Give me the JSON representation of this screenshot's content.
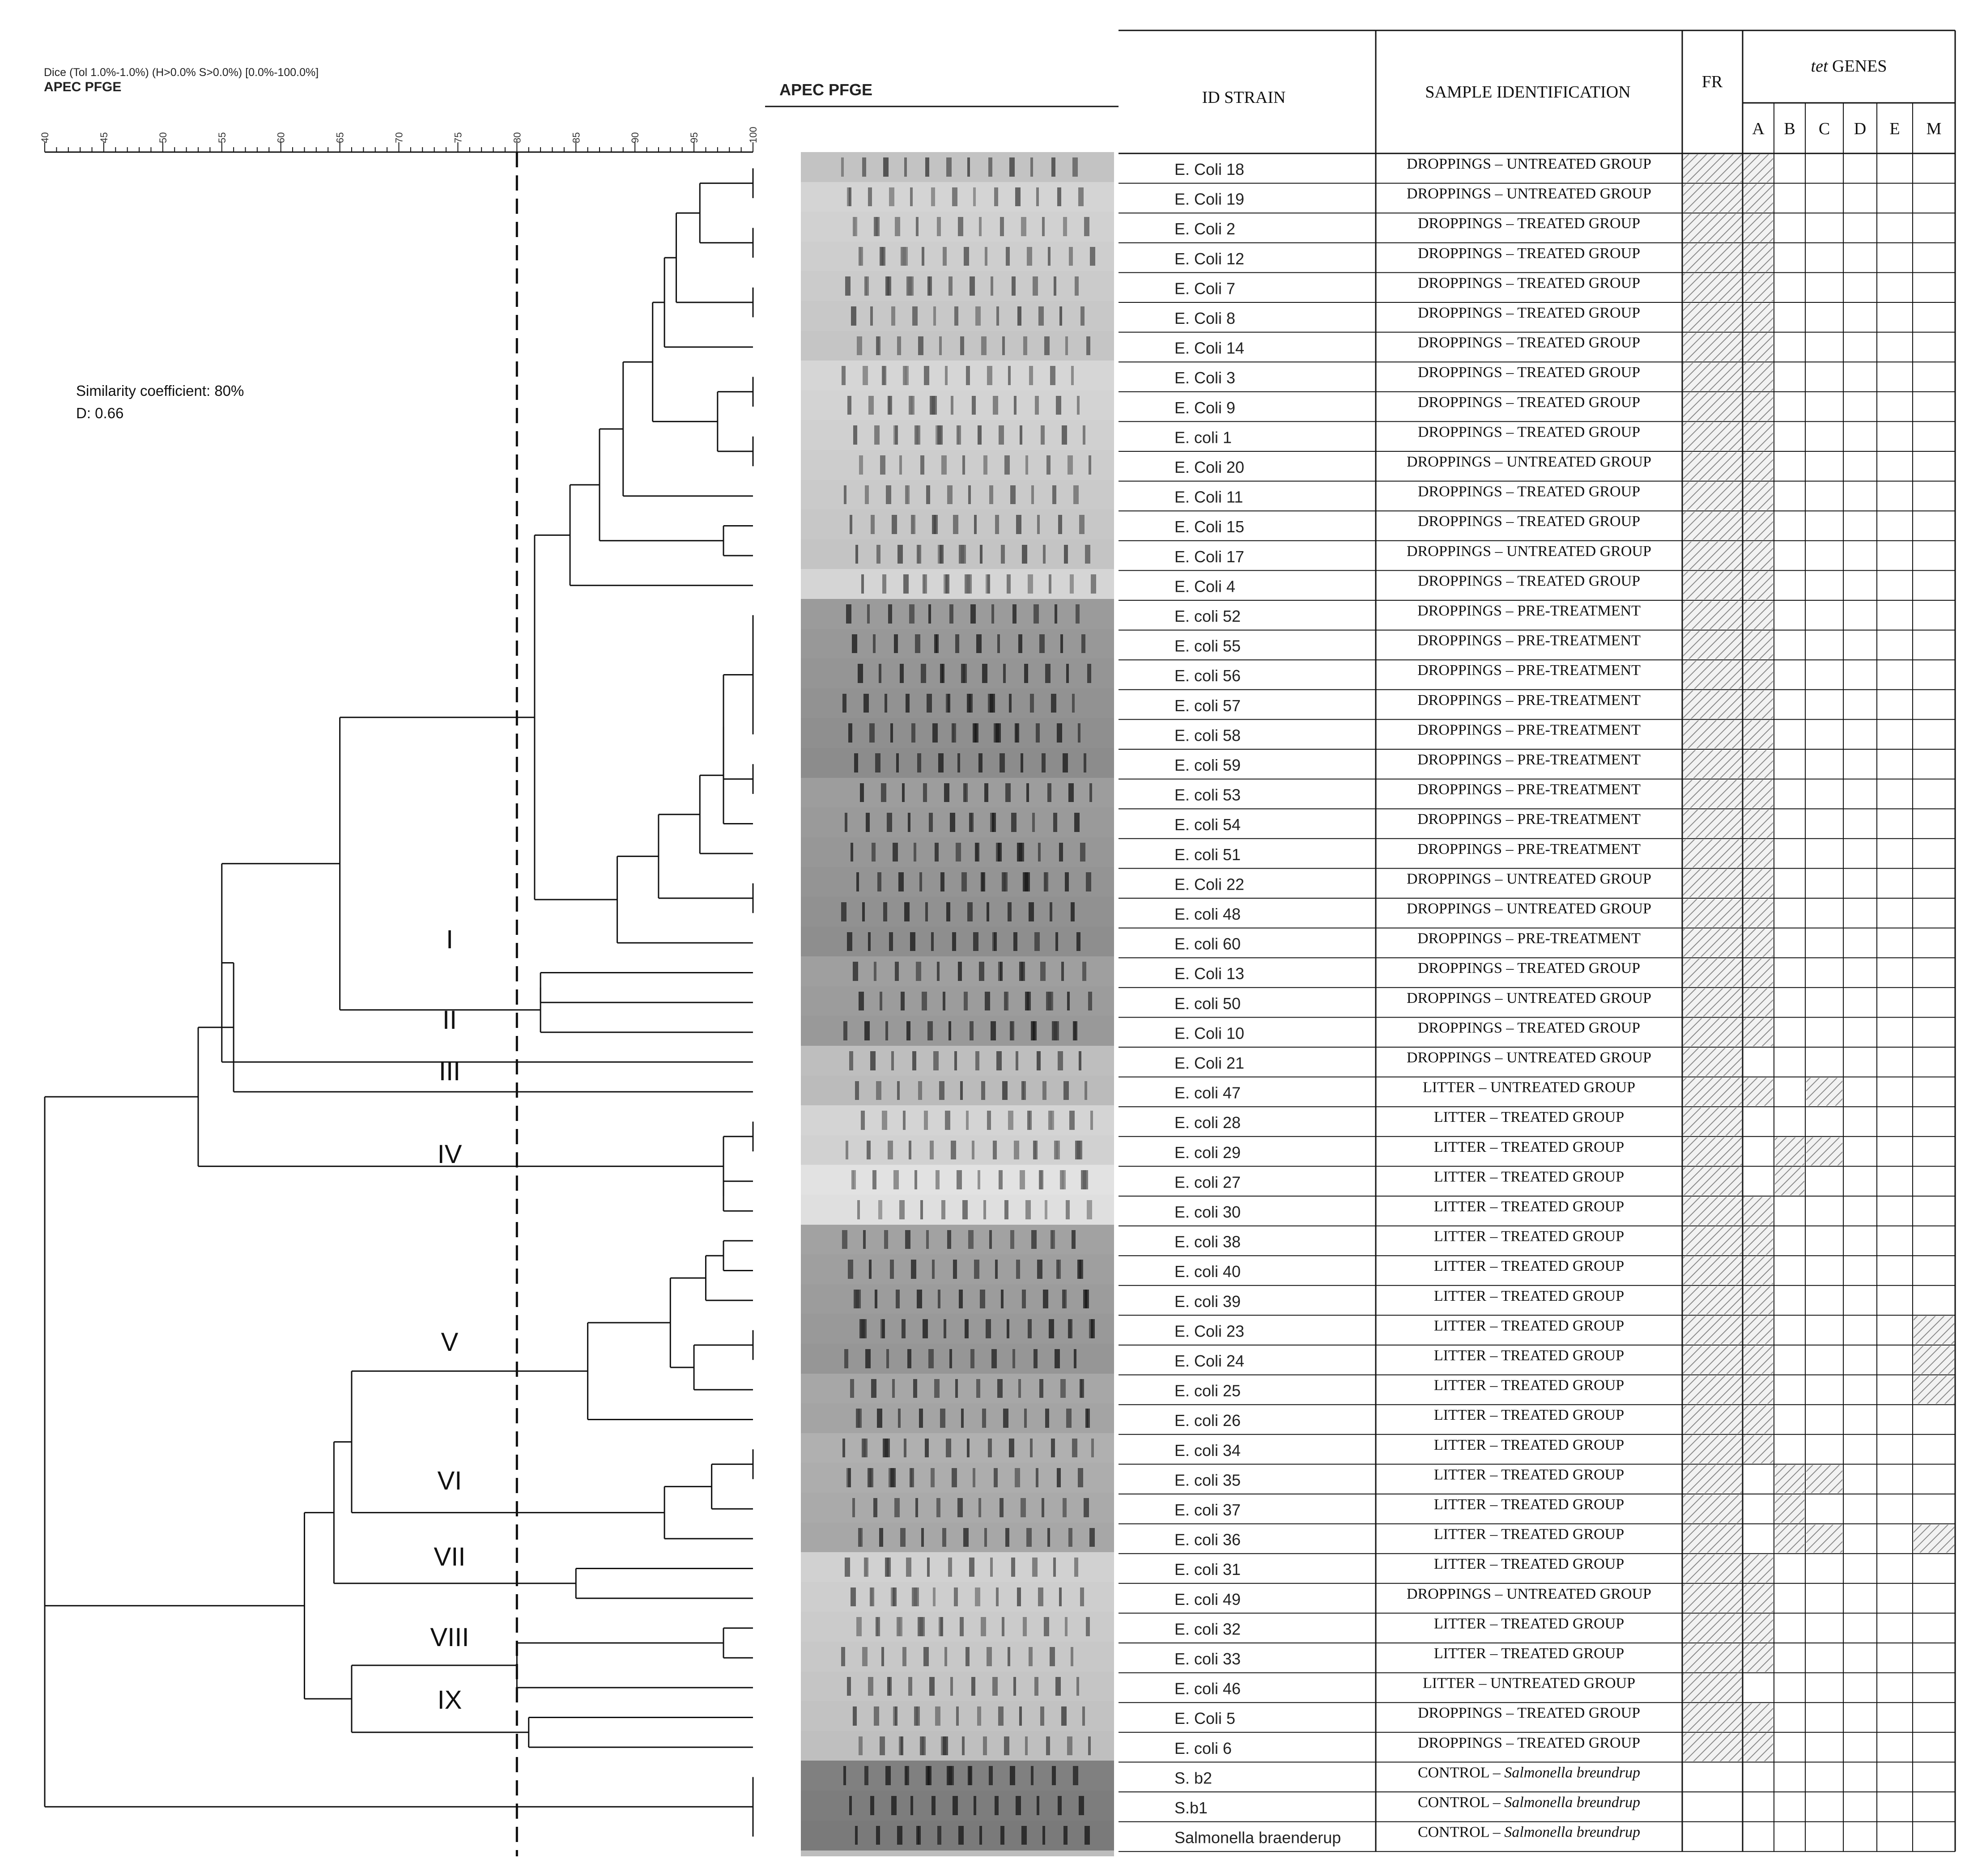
{
  "header": {
    "method_line": "Dice (Tol 1.0%-1.0%) (H>0.0% S>0.0%) [0.0%-100.0%]",
    "dendro_title": "APEC PFGE",
    "gel_title": "APEC PFGE",
    "col_id": "ID STRAIN",
    "col_sample": "SAMPLE IDENTIFICATION",
    "col_fr": "FR",
    "col_tet_italic": "tet",
    "col_tet_rest": " GENES",
    "genes": [
      "A",
      "B",
      "C",
      "D",
      "E",
      "M"
    ]
  },
  "scale": {
    "ticks": [
      "40",
      "45",
      "50",
      "55",
      "60",
      "65",
      "70",
      "75",
      "80",
      "85",
      "90",
      "95",
      "100"
    ],
    "cutoff": 80
  },
  "annotation": {
    "similarity": "Similarity coefficient: 80%",
    "diversity": "D: 0.66"
  },
  "clusters": [
    "I",
    "II",
    "III",
    "IV",
    "V",
    "VI",
    "VII",
    "VIII",
    "IX"
  ],
  "colors": {
    "line": "#111111",
    "hatch": "#8a8a8a",
    "gel": "#bdbdbd"
  },
  "rows": [
    {
      "id": "E. Coli 18",
      "prefix": "DROPPINGS – UNTREATED GROUP",
      "italic": "",
      "marks": [
        "FR",
        "A"
      ]
    },
    {
      "id": "E. Coli 19",
      "prefix": "DROPPINGS – UNTREATED GROUP",
      "italic": "",
      "marks": [
        "FR",
        "A"
      ]
    },
    {
      "id": "E. Coli 2",
      "prefix": "DROPPINGS – TREATED GROUP",
      "italic": "",
      "marks": [
        "FR",
        "A"
      ]
    },
    {
      "id": "E. Coli 12",
      "prefix": "DROPPINGS – TREATED GROUP",
      "italic": "",
      "marks": [
        "FR",
        "A"
      ]
    },
    {
      "id": "E. Coli 7",
      "prefix": "DROPPINGS – TREATED GROUP",
      "italic": "",
      "marks": [
        "FR",
        "A"
      ]
    },
    {
      "id": "E. Coli 8",
      "prefix": "DROPPINGS – TREATED GROUP",
      "italic": "",
      "marks": [
        "FR",
        "A"
      ]
    },
    {
      "id": "E. Coli 14",
      "prefix": "DROPPINGS – TREATED GROUP",
      "italic": "",
      "marks": [
        "FR",
        "A"
      ]
    },
    {
      "id": "E. Coli 3",
      "prefix": "DROPPINGS – TREATED GROUP",
      "italic": "",
      "marks": [
        "FR",
        "A"
      ]
    },
    {
      "id": "E. Coli 9",
      "prefix": "DROPPINGS – TREATED GROUP",
      "italic": "",
      "marks": [
        "FR",
        "A"
      ]
    },
    {
      "id": "E. coli 1",
      "prefix": "DROPPINGS – TREATED GROUP",
      "italic": "",
      "marks": [
        "FR",
        "A"
      ]
    },
    {
      "id": "E. Coli 20",
      "prefix": "DROPPINGS – UNTREATED GROUP",
      "italic": "",
      "marks": [
        "FR",
        "A"
      ]
    },
    {
      "id": "E. Coli 11",
      "prefix": "DROPPINGS – TREATED GROUP",
      "italic": "",
      "marks": [
        "FR",
        "A"
      ]
    },
    {
      "id": "E. Coli 15",
      "prefix": "DROPPINGS – TREATED GROUP",
      "italic": "",
      "marks": [
        "FR",
        "A"
      ]
    },
    {
      "id": "E. Coli 17",
      "prefix": "DROPPINGS – UNTREATED GROUP",
      "italic": "",
      "marks": [
        "FR",
        "A"
      ]
    },
    {
      "id": "E. Coli 4",
      "prefix": "DROPPINGS – TREATED GROUP",
      "italic": "",
      "marks": [
        "FR",
        "A"
      ]
    },
    {
      "id": "E. coli 52",
      "prefix": "DROPPINGS – PRE-TREATMENT",
      "italic": "",
      "marks": [
        "FR",
        "A"
      ]
    },
    {
      "id": "E. coli 55",
      "prefix": "DROPPINGS – PRE-TREATMENT",
      "italic": "",
      "marks": [
        "FR",
        "A"
      ]
    },
    {
      "id": "E. coli 56",
      "prefix": "DROPPINGS – PRE-TREATMENT",
      "italic": "",
      "marks": [
        "FR",
        "A"
      ]
    },
    {
      "id": "E. coli 57",
      "prefix": "DROPPINGS – PRE-TREATMENT",
      "italic": "",
      "marks": [
        "FR",
        "A"
      ]
    },
    {
      "id": "E. coli 58",
      "prefix": "DROPPINGS – PRE-TREATMENT",
      "italic": "",
      "marks": [
        "FR",
        "A"
      ]
    },
    {
      "id": "E. coli 59",
      "prefix": "DROPPINGS – PRE-TREATMENT",
      "italic": "",
      "marks": [
        "FR",
        "A"
      ]
    },
    {
      "id": "E. coli 53",
      "prefix": "DROPPINGS – PRE-TREATMENT",
      "italic": "",
      "marks": [
        "FR",
        "A"
      ]
    },
    {
      "id": "E. coli 54",
      "prefix": "DROPPINGS – PRE-TREATMENT",
      "italic": "",
      "marks": [
        "FR",
        "A"
      ]
    },
    {
      "id": "E. coli 51",
      "prefix": "DROPPINGS – PRE-TREATMENT",
      "italic": "",
      "marks": [
        "FR",
        "A"
      ]
    },
    {
      "id": "E. Coli 22",
      "prefix": "DROPPINGS – UNTREATED GROUP",
      "italic": "",
      "marks": [
        "FR",
        "A"
      ]
    },
    {
      "id": "E. coli 48",
      "prefix": "DROPPINGS – UNTREATED GROUP",
      "italic": "",
      "marks": [
        "FR",
        "A"
      ]
    },
    {
      "id": "E. coli 60",
      "prefix": "DROPPINGS – PRE-TREATMENT",
      "italic": "",
      "marks": [
        "FR",
        "A"
      ]
    },
    {
      "id": "E. Coli 13",
      "prefix": "DROPPINGS – TREATED GROUP",
      "italic": "",
      "marks": [
        "FR",
        "A"
      ]
    },
    {
      "id": "E. coli 50",
      "prefix": "DROPPINGS – UNTREATED GROUP",
      "italic": "",
      "marks": [
        "FR",
        "A"
      ]
    },
    {
      "id": "E. Coli 10",
      "prefix": "DROPPINGS – TREATED GROUP",
      "italic": "",
      "marks": [
        "FR",
        "A"
      ]
    },
    {
      "id": "E. Coli 21",
      "prefix": "DROPPINGS – UNTREATED GROUP",
      "italic": "",
      "marks": [
        "FR"
      ]
    },
    {
      "id": "E. coli 47",
      "prefix": "LITTER – UNTREATED GROUP",
      "italic": "",
      "marks": [
        "FR",
        "A",
        "C"
      ]
    },
    {
      "id": "E. coli 28",
      "prefix": "LITTER – TREATED GROUP",
      "italic": "",
      "marks": [
        "FR"
      ]
    },
    {
      "id": "E. coli 29",
      "prefix": "LITTER – TREATED GROUP",
      "italic": "",
      "marks": [
        "FR",
        "B",
        "C"
      ]
    },
    {
      "id": "E. coli 27",
      "prefix": "LITTER – TREATED GROUP",
      "italic": "",
      "marks": [
        "FR",
        "B"
      ]
    },
    {
      "id": "E. coli 30",
      "prefix": "LITTER – TREATED GROUP",
      "italic": "",
      "marks": [
        "FR",
        "A"
      ]
    },
    {
      "id": "E. coli 38",
      "prefix": "LITTER – TREATED GROUP",
      "italic": "",
      "marks": [
        "FR",
        "A"
      ]
    },
    {
      "id": "E. coli 40",
      "prefix": "LITTER – TREATED GROUP",
      "italic": "",
      "marks": [
        "FR",
        "A"
      ]
    },
    {
      "id": "E. coli 39",
      "prefix": "LITTER – TREATED GROUP",
      "italic": "",
      "marks": [
        "FR",
        "A"
      ]
    },
    {
      "id": "E. Coli 23",
      "prefix": "LITTER – TREATED GROUP",
      "italic": "",
      "marks": [
        "FR",
        "A",
        "M"
      ]
    },
    {
      "id": "E. Coli 24",
      "prefix": "LITTER – TREATED GROUP",
      "italic": "",
      "marks": [
        "FR",
        "A",
        "M"
      ]
    },
    {
      "id": "E. coli 25",
      "prefix": "LITTER – TREATED GROUP",
      "italic": "",
      "marks": [
        "FR",
        "A",
        "M"
      ]
    },
    {
      "id": "E. coli 26",
      "prefix": "LITTER – TREATED GROUP",
      "italic": "",
      "marks": [
        "FR",
        "A"
      ]
    },
    {
      "id": "E. coli 34",
      "prefix": "LITTER – TREATED GROUP",
      "italic": "",
      "marks": [
        "FR",
        "A"
      ]
    },
    {
      "id": "E. coli 35",
      "prefix": "LITTER – TREATED GROUP",
      "italic": "",
      "marks": [
        "FR",
        "B",
        "C"
      ]
    },
    {
      "id": "E. coli 37",
      "prefix": "LITTER – TREATED GROUP",
      "italic": "",
      "marks": [
        "FR",
        "B"
      ]
    },
    {
      "id": "E. coli 36",
      "prefix": "LITTER – TREATED GROUP",
      "italic": "",
      "marks": [
        "FR",
        "B",
        "C",
        "M"
      ]
    },
    {
      "id": "E. coli 31",
      "prefix": "LITTER – TREATED GROUP",
      "italic": "",
      "marks": [
        "FR",
        "A"
      ]
    },
    {
      "id": "E. coli 49",
      "prefix": "DROPPINGS – UNTREATED GROUP",
      "italic": "",
      "marks": [
        "FR",
        "A"
      ]
    },
    {
      "id": "E. coli 32",
      "prefix": "LITTER – TREATED GROUP",
      "italic": "",
      "marks": [
        "FR",
        "A"
      ]
    },
    {
      "id": "E. coli 33",
      "prefix": "LITTER – TREATED GROUP",
      "italic": "",
      "marks": [
        "FR",
        "A"
      ]
    },
    {
      "id": "E. coli 46",
      "prefix": "LITTER – UNTREATED GROUP",
      "italic": "",
      "marks": [
        "FR"
      ]
    },
    {
      "id": "E. Coli 5",
      "prefix": "DROPPINGS – TREATED GROUP",
      "italic": "",
      "marks": [
        "FR",
        "A"
      ]
    },
    {
      "id": "E. coli 6",
      "prefix": "DROPPINGS – TREATED GROUP",
      "italic": "",
      "marks": [
        "FR",
        "A"
      ]
    },
    {
      "id": "S. b2",
      "prefix": "CONTROL – ",
      "italic": "Salmonella breundrup",
      "marks": []
    },
    {
      "id": "S.b1",
      "prefix": "CONTROL – ",
      "italic": "Salmonella breundrup",
      "marks": []
    },
    {
      "id": "Salmonella braenderup",
      "prefix": "CONTROL – ",
      "italic": "Salmonella breundrup",
      "marks": []
    }
  ]
}
